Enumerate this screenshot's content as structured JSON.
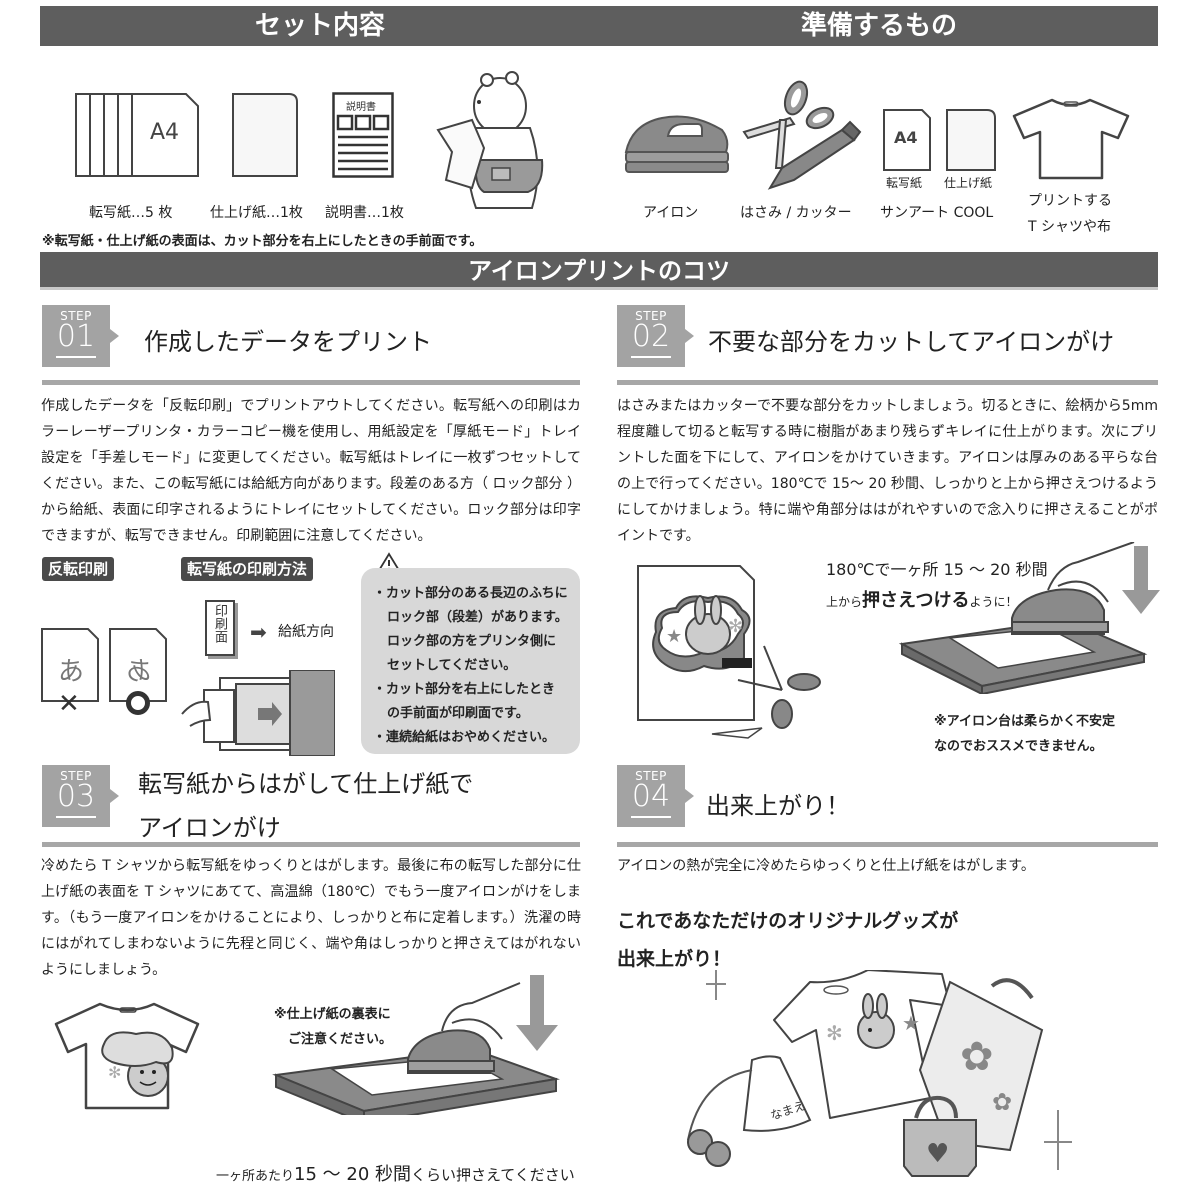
{
  "sections": {
    "set_contents": "セット内容",
    "prepare": "準備するもの",
    "tips": "アイロンプリントのコツ"
  },
  "set_contents": {
    "items": [
      {
        "icon": "a4-transfer-sheets-icon",
        "icon_text": "A4",
        "label": "転写紙…5 枚"
      },
      {
        "icon": "finishing-sheet-icon",
        "label": "仕上げ紙…1枚"
      },
      {
        "icon": "manual-icon",
        "icon_text": "説明書",
        "label": "説明書…1枚"
      }
    ],
    "mascot": "bear-with-apron-illustration",
    "note": "※転写紙・仕上げ紙の表面は、カット部分を右上にしたときの手前面です。"
  },
  "prepare": {
    "items": [
      {
        "icon": "iron-icon",
        "label": "アイロン"
      },
      {
        "icon": "scissors-cutter-icon",
        "label": "はさみ / カッター"
      },
      {
        "icon": "sunart-cool-sheets-icon",
        "sub_labels": [
          "転写紙",
          "仕上げ紙"
        ],
        "icon_text": "A4",
        "label": "サンアート COOL"
      },
      {
        "icon": "tshirt-icon",
        "label_lines": [
          "プリントする",
          "T シャツや布"
        ]
      }
    ]
  },
  "steps": [
    {
      "step_label": "STEP",
      "number": "01",
      "title": "作成したデータをプリント",
      "body": "作成したデータを「反転印刷」でプリントアウトしてください。転写紙への印刷はカラーレーザープリンタ・カラーコピー機を使用し、用紙設定を「厚紙モード」トレイ設定を「手差しモード」に変更してください。転写紙はトレイに一枚ずつセットしてください。また、この転写紙には給紙方向があります。段差のある方（ ロック部分 ）から給紙、表面に印字されるようにトレイにセットしてください。ロック部分は印字できますが、転写できません。印刷範囲に注意してください。",
      "tags": [
        "反転印刷",
        "転写紙の印刷方法"
      ],
      "mirror_char": "あ",
      "print_face_label": "印刷面",
      "feed_direction": "給紙方向",
      "warning": {
        "icon": "warning-triangle-icon",
        "lines": [
          {
            "bullet": true,
            "text": "・カット部分のある長辺のふちに"
          },
          {
            "bullet": false,
            "text": "ロック部（段差）があります。"
          },
          {
            "bullet": false,
            "text": "ロック部の方をプリンタ側に"
          },
          {
            "bullet": false,
            "text": "セットしてください。"
          },
          {
            "bullet": true,
            "text": "・カット部分を右上にしたとき"
          },
          {
            "bullet": false,
            "text": "の手前面が印刷面です。"
          },
          {
            "bullet": true,
            "text": "・連続給紙はおやめください。"
          }
        ]
      }
    },
    {
      "step_label": "STEP",
      "number": "02",
      "title": "不要な部分をカットしてアイロンがけ",
      "body": "はさみまたはカッターで不要な部分をカットしましょう。切るときに、絵柄から5mm 程度離して切ると転写する時に樹脂があまり残らずキレイに仕上がります。次にプリントした面を下にして、アイロンをかけていきます。アイロンは厚みのある平らな台の上で行ってください。180℃で 15～ 20 秒間、しっかりと上から押さえつけるようにしてかけましょう。特に端や角部分ははがれやすいので念入りに押さえることがポイントです。",
      "callout_line1": "180℃で一ヶ所 15 ～ 20 秒間",
      "callout_line2_small_a": "上から",
      "callout_line2_big": "押さえつける",
      "callout_line2_small_b": "ように！",
      "note_lines": [
        "※アイロン台は柔らかく不安定",
        "なのでおススメできません。"
      ]
    },
    {
      "step_label": "STEP",
      "number": "03",
      "title_lines": [
        "転写紙からはがして仕上げ紙で",
        "アイロンがけ"
      ],
      "body": "冷めたら T シャツから転写紙をゆっくりとはがします。最後に布の転写した部分に仕上げ紙の表面を T シャツにあてて、高温綿（180℃）でもう一度アイロンがけをします。（もう一度アイロンをかけることにより、しっかりと布に定着します。）洗濯の時にはがれてしまわないように先程と同じく、端や角はしっかりと押さえてはがれないようにしましょう。",
      "note_lines": [
        "※仕上げ紙の裏表に",
        "ご注意ください。"
      ],
      "footer_small": "一ヶ所あたり",
      "footer_big": "15 ～ 20 秒間",
      "footer_rest": "くらい押さえてください"
    },
    {
      "step_label": "STEP",
      "number": "04",
      "title": "出来上がり！",
      "body": "アイロンの熱が完全に冷めたらゆっくりと仕上げ紙をはがします。",
      "headline_lines": [
        "これであなただけのオリジナルグッズが",
        "出来上がり！"
      ],
      "bag_name_text": "なまえ"
    }
  ],
  "colors": {
    "band": "#5e5e5e",
    "step_badge": "#a3a3a3",
    "rule": "#a7a7a7",
    "warn_box": "#d8d8d8",
    "illustration_gray": "#8a8a8a"
  }
}
